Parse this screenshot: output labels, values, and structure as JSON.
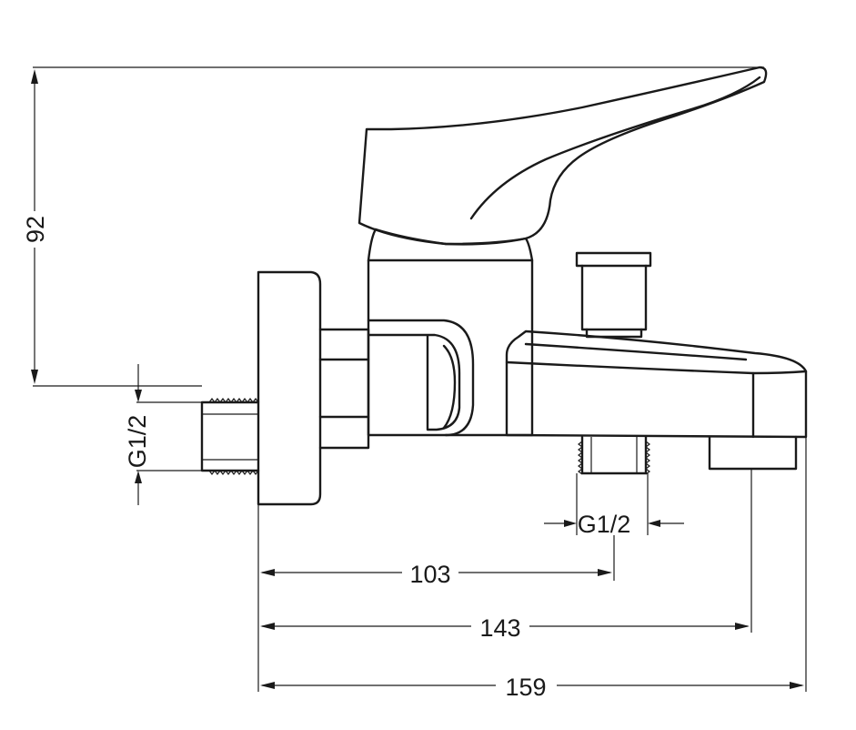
{
  "dimensions": {
    "height": "92",
    "thread_inlet": "G1/2",
    "thread_outlet": "G1/2",
    "length_outlet": "103",
    "length_spout": "143",
    "length_total": "159"
  }
}
